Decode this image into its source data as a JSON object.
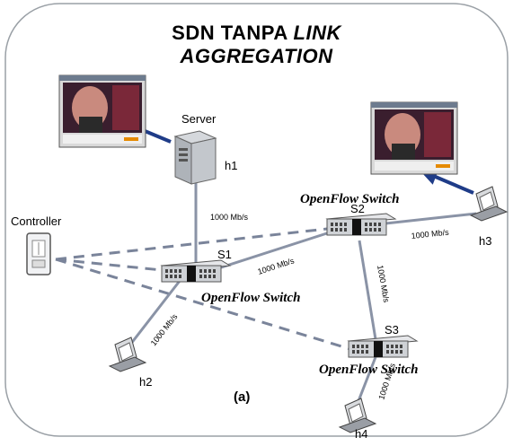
{
  "title": {
    "line1_plain": "SDN TANPA ",
    "line1_italic": "LINK",
    "line2_italic": "AGGREGATION"
  },
  "nodes": {
    "server_label": "Server",
    "h1": "h1",
    "h2": "h2",
    "h3": "h3",
    "h4": "h4",
    "controller": "Controller",
    "s1": "S1",
    "s2": "S2",
    "s3": "S3"
  },
  "switch_caption": "OpenFlow Switch",
  "links": {
    "h1_s1": "1000 Mb/s",
    "s1_s2": "1000 Mb/s",
    "s2_h3": "1000 Mb/s",
    "s2_s3": "1000 Mb/s",
    "s1_h2": "1000 Mb/s",
    "s3_h4": "1000 Mb/s"
  },
  "figure_label": "(a)",
  "colors": {
    "link": "#8a93a6",
    "dashed_link": "#7a849a",
    "arrow": "#1f3c88",
    "frame": "#9aa0a6"
  }
}
